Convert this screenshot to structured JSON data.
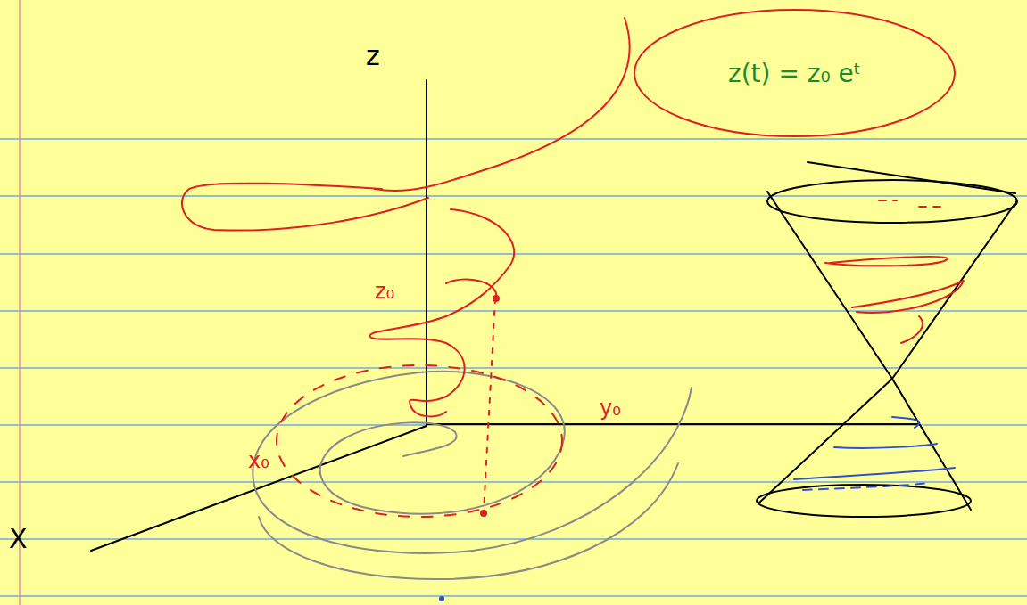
{
  "diagram": {
    "nodes": [
      {
        "text": [
          "z(t) = z₀ eᵗ"
        ]
      }
    ],
    "labels": [
      "z",
      "z₀",
      "x₀",
      "y₀",
      "X"
    ]
  }
}
